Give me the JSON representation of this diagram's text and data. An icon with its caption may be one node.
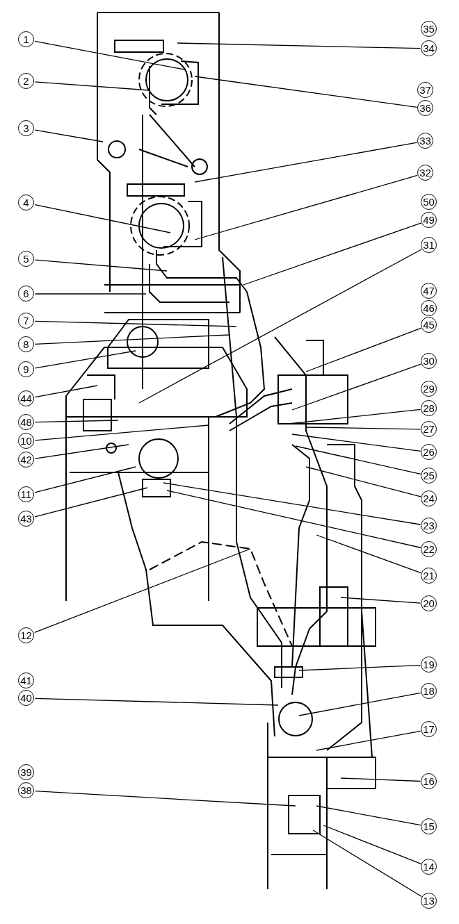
{
  "diagram": {
    "nodes": [
      {
        "text": [
          "1"
        ]
      },
      {
        "text": [
          "2"
        ]
      },
      {
        "text": [
          "3"
        ]
      },
      {
        "text": [
          "4"
        ]
      },
      {
        "text": [
          "5"
        ]
      },
      {
        "text": [
          "6"
        ]
      },
      {
        "text": [
          "7"
        ]
      },
      {
        "text": [
          "8"
        ]
      },
      {
        "text": [
          "9"
        ]
      },
      {
        "text": [
          "44"
        ]
      },
      {
        "text": [
          "48"
        ]
      },
      {
        "text": [
          "10"
        ]
      },
      {
        "text": [
          "42"
        ]
      },
      {
        "text": [
          "11"
        ]
      },
      {
        "text": [
          "43"
        ]
      },
      {
        "text": [
          "12"
        ]
      },
      {
        "text": [
          "41"
        ]
      },
      {
        "text": [
          "40"
        ]
      },
      {
        "text": [
          "39"
        ]
      },
      {
        "text": [
          "38"
        ]
      },
      {
        "text": [
          "35"
        ]
      },
      {
        "text": [
          "34"
        ]
      },
      {
        "text": [
          "37"
        ]
      },
      {
        "text": [
          "36"
        ]
      },
      {
        "text": [
          "33"
        ]
      },
      {
        "text": [
          "32"
        ]
      },
      {
        "text": [
          "50"
        ]
      },
      {
        "text": [
          "49"
        ]
      },
      {
        "text": [
          "31"
        ]
      },
      {
        "text": [
          "47"
        ]
      },
      {
        "text": [
          "46"
        ]
      },
      {
        "text": [
          "45"
        ]
      },
      {
        "text": [
          "30"
        ]
      },
      {
        "text": [
          "29"
        ]
      },
      {
        "text": [
          "28"
        ]
      },
      {
        "text": [
          "27"
        ]
      },
      {
        "text": [
          "26"
        ]
      },
      {
        "text": [
          "25"
        ]
      },
      {
        "text": [
          "24"
        ]
      },
      {
        "text": [
          "23"
        ]
      },
      {
        "text": [
          "22"
        ]
      },
      {
        "text": [
          "21"
        ]
      },
      {
        "text": [
          "20"
        ]
      },
      {
        "text": [
          "19"
        ]
      },
      {
        "text": [
          "18"
        ]
      },
      {
        "text": [
          "17"
        ]
      },
      {
        "text": [
          "16"
        ]
      },
      {
        "text": [
          "15"
        ]
      },
      {
        "text": [
          "14"
        ]
      },
      {
        "text": [
          "13"
        ]
      }
    ],
    "edges": [
      {
        "from": 0,
        "to": null,
        "arrow": "none"
      },
      {
        "from": 1,
        "to": null,
        "arrow": "none"
      },
      {
        "from": 2,
        "to": null,
        "arrow": "none"
      },
      {
        "from": 3,
        "to": null,
        "arrow": "none"
      },
      {
        "from": 4,
        "to": null,
        "arrow": "none"
      },
      {
        "from": 5,
        "to": null,
        "arrow": "none"
      },
      {
        "from": 6,
        "to": null,
        "arrow": "none"
      },
      {
        "from": 7,
        "to": null,
        "arrow": "none"
      },
      {
        "from": 8,
        "to": null,
        "arrow": "none"
      },
      {
        "from": 9,
        "to": null,
        "arrow": "none"
      },
      {
        "from": 10,
        "to": null,
        "arrow": "none"
      },
      {
        "from": 11,
        "to": null,
        "arrow": "none"
      },
      {
        "from": 12,
        "to": null,
        "arrow": "none"
      },
      {
        "from": 13,
        "to": null,
        "arrow": "none"
      },
      {
        "from": 14,
        "to": null,
        "arrow": "none"
      },
      {
        "from": 15,
        "to": null,
        "arrow": "none"
      },
      {
        "from": 17,
        "to": null,
        "arrow": "none"
      },
      {
        "from": 19,
        "to": null,
        "arrow": "none"
      },
      {
        "from": 21,
        "to": null,
        "arrow": "none"
      },
      {
        "from": 23,
        "to": null,
        "arrow": "none"
      },
      {
        "from": 24,
        "to": null,
        "arrow": "none"
      },
      {
        "from": 25,
        "to": null,
        "arrow": "none"
      },
      {
        "from": 27,
        "to": null,
        "arrow": "none"
      },
      {
        "from": 28,
        "to": null,
        "arrow": "none"
      },
      {
        "from": 31,
        "to": null,
        "arrow": "none"
      },
      {
        "from": 32,
        "to": null,
        "arrow": "none"
      },
      {
        "from": 34,
        "to": null,
        "arrow": "none"
      },
      {
        "from": 35,
        "to": null,
        "arrow": "none"
      },
      {
        "from": 36,
        "to": null,
        "arrow": "none"
      },
      {
        "from": 37,
        "to": null,
        "arrow": "none"
      },
      {
        "from": 38,
        "to": null,
        "arrow": "none"
      },
      {
        "from": 39,
        "to": null,
        "arrow": "none"
      },
      {
        "from": 40,
        "to": null,
        "arrow": "none"
      },
      {
        "from": 41,
        "to": null,
        "arrow": "none"
      },
      {
        "from": 42,
        "to": null,
        "arrow": "none"
      },
      {
        "from": 43,
        "to": null,
        "arrow": "none"
      },
      {
        "from": 44,
        "to": null,
        "arrow": "none"
      },
      {
        "from": 45,
        "to": null,
        "arrow": "none"
      },
      {
        "from": 46,
        "to": null,
        "arrow": "none"
      },
      {
        "from": 47,
        "to": null,
        "arrow": "none"
      },
      {
        "from": 48,
        "to": null,
        "arrow": "none"
      },
      {
        "from": 49,
        "to": null,
        "arrow": "none"
      }
    ]
  }
}
